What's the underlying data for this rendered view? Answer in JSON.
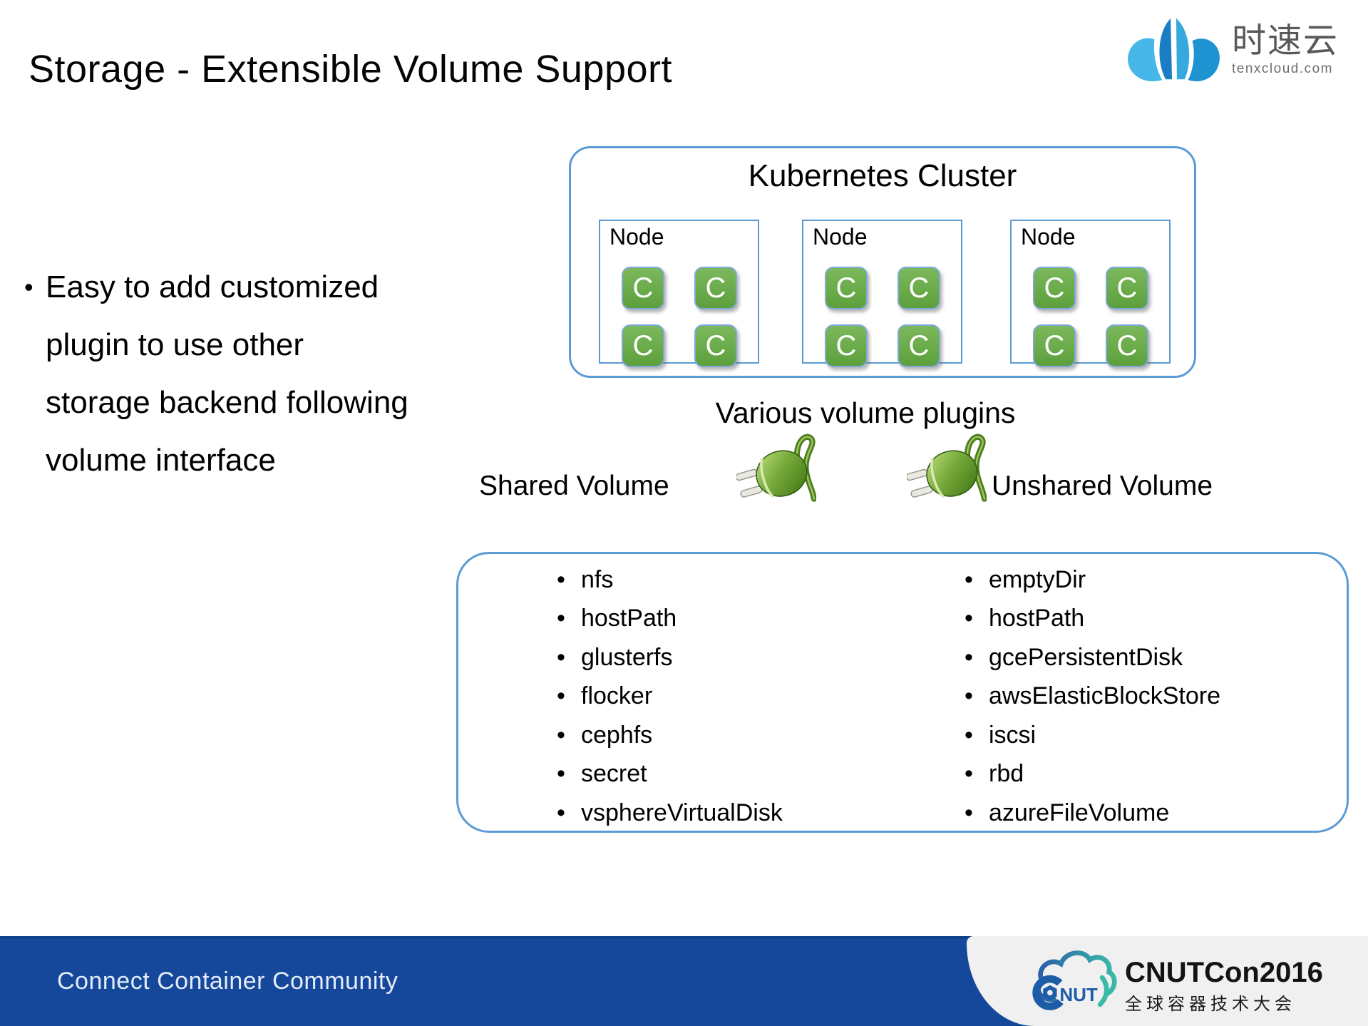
{
  "title": "Storage - Extensible Volume Support",
  "brand": {
    "name": "时速云",
    "domain": "tenxcloud.com"
  },
  "bullet": {
    "marker": "•",
    "lines": [
      "Easy to add customized",
      "plugin to use other",
      "storage backend following",
      "volume interface"
    ]
  },
  "cluster": {
    "title": "Kubernetes Cluster",
    "nodes": [
      {
        "label": "Node",
        "containers": [
          "C",
          "C",
          "C",
          "C"
        ]
      },
      {
        "label": "Node",
        "containers": [
          "C",
          "C",
          "C",
          "C"
        ]
      },
      {
        "label": "Node",
        "containers": [
          "C",
          "C",
          "C",
          "C"
        ]
      }
    ]
  },
  "plugins": {
    "heading": "Various volume plugins",
    "bullet_marker": "•",
    "shared_label": "Shared Volume",
    "unshared_label": "Unshared Volume",
    "shared_items": [
      "nfs",
      "hostPath",
      "glusterfs",
      "flocker",
      "cephfs",
      "secret",
      "vsphereVirtualDisk"
    ],
    "unshared_items": [
      "emptyDir",
      "hostPath",
      "gcePersistentDisk",
      "awsElasticBlockStore",
      "iscsi",
      "rbd",
      "azureFileVolume"
    ]
  },
  "footer": {
    "tagline": "Connect Container Community",
    "conference": {
      "cloud_text": "NUT",
      "title": "CNUTCon2016",
      "subtitle": "全球容器技术大会"
    }
  },
  "colors": {
    "accent_border_blue": "#5B9BD5",
    "container_green_top": "#7CB85C",
    "container_green_bottom": "#5D9E3D",
    "footer_blue": "#15489B",
    "footer_panel_gray": "#F0F0F1",
    "brand_blue_light": "#47B7E9",
    "brand_blue_dark": "#1B7EC5",
    "cnut_blue": "#1D5CA7",
    "cnut_teal": "#3BB9A9",
    "plug_green": "#77AB3A"
  }
}
